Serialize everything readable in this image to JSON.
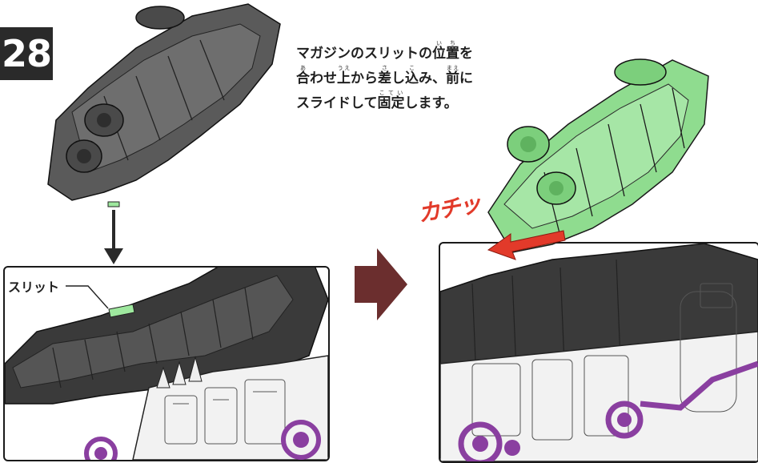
{
  "step": {
    "number": "28"
  },
  "instruction": {
    "line1": "マガジンのスリットの位置を",
    "line1_main": "マガジンのスリットの",
    "line1_kanji": "位置",
    "line1_kanji_reading": "いち",
    "line1_end": "を",
    "line2_kanji_a": "合",
    "line2_kanji_a_reading": "あ",
    "line2_text_a": "わせ",
    "line2_kanji_b": "上",
    "line2_kanji_b_reading": "うえ",
    "line2_text_b": "から",
    "line2_kanji_c": "差",
    "line2_kanji_c_reading": "さ",
    "line2_text_c": "し",
    "line2_kanji_d": "込",
    "line2_kanji_d_reading": "こ",
    "line2_text_d": "み、",
    "line2_kanji_e": "前",
    "line2_kanji_e_reading": "まえ",
    "line2_text_e": "に",
    "line3_text_a": "スライドして",
    "line3_kanji": "固定",
    "line3_kanji_reading": "こてい",
    "line3_text_b": "します。"
  },
  "callouts": {
    "slit": "スリット",
    "sound_effect": "カチッ"
  },
  "colors": {
    "magazine_gray": "#5a5a5a",
    "magazine_green": "#8fdc8f",
    "slit_highlight": "#9ee89e",
    "arrow_red": "#e23a2a",
    "next_arrow": "#6b2e2e",
    "purple_accent": "#8a3fa0",
    "body_white": "#f2f2f2",
    "dark_part": "#3a3a3a"
  }
}
